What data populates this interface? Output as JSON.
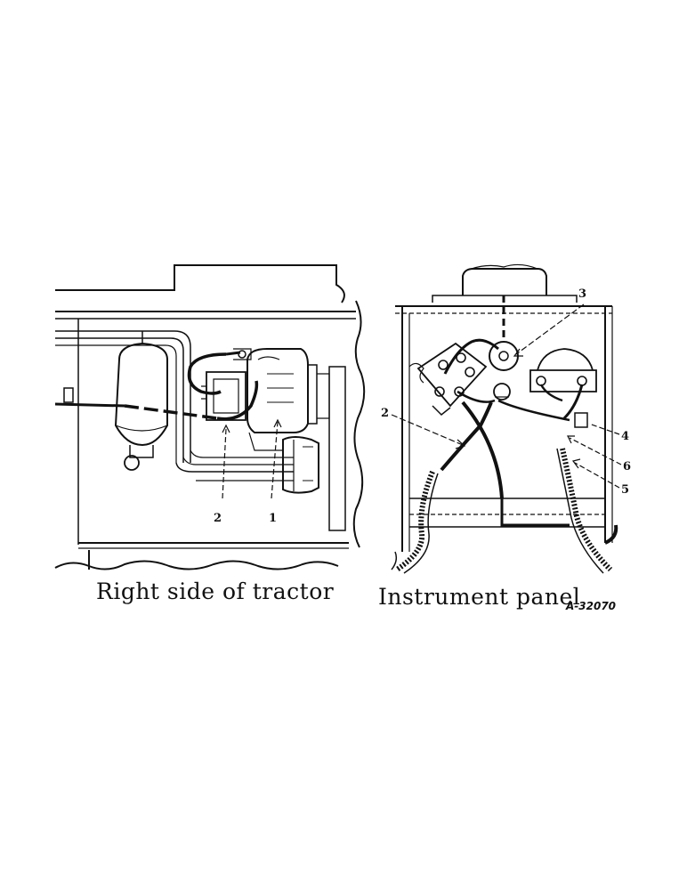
{
  "figure": {
    "captions": {
      "left": "Right side of tractor",
      "right": "Instrument panel",
      "code": "A-32070"
    },
    "left_callouts": [
      "2",
      "1"
    ],
    "right_callouts": [
      "3",
      "2",
      "4",
      "6",
      "5"
    ]
  }
}
